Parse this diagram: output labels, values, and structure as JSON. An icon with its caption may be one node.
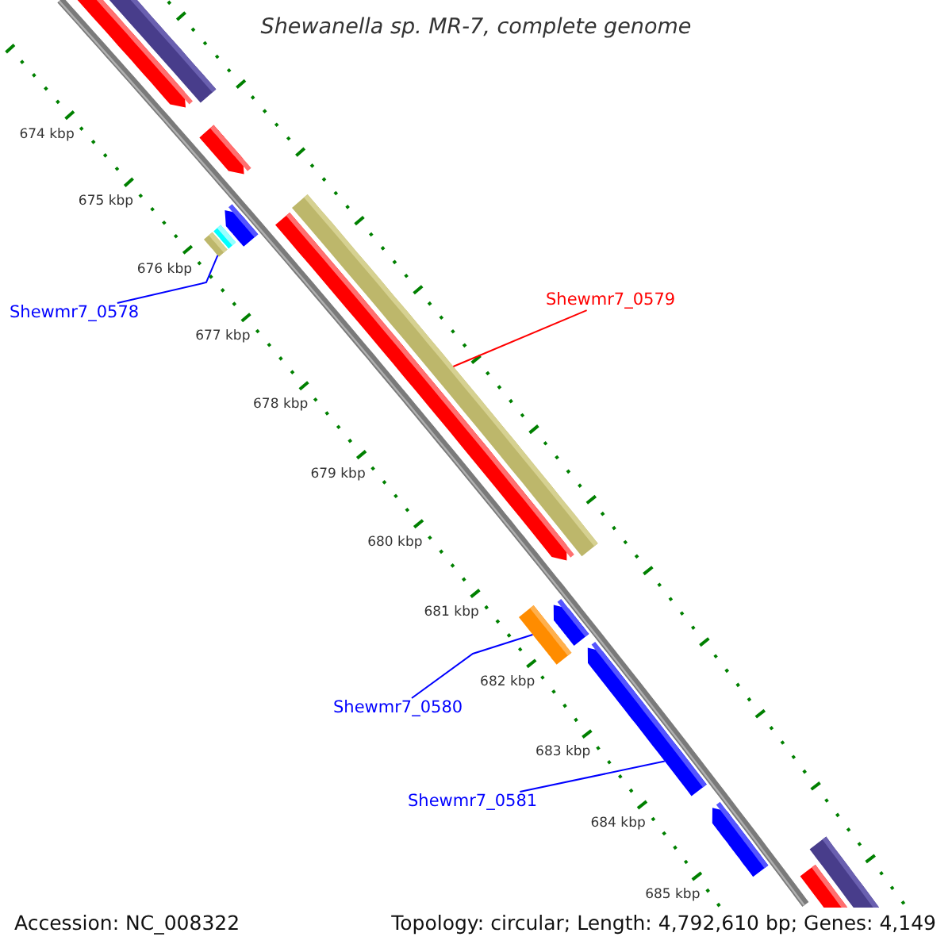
{
  "diagram": {
    "title": "Shewanella sp. MR-7, complete genome",
    "nodes": [
      {
        "text": [
          "Shewmr7_0578"
        ]
      },
      {
        "text": [],
        "shape": "bar"
      },
      {
        "text": [
          "Shewmr7_0579"
        ]
      },
      {
        "text": [],
        "shape": "bar"
      },
      {
        "text": [
          "Shewmr7_0580"
        ]
      },
      {
        "text": [],
        "shape": "bar"
      },
      {
        "text": [
          "Shewmr7_0581"
        ]
      },
      {
        "text": [],
        "shape": "bar"
      }
    ],
    "edges": [
      {
        "from": 0,
        "to": 1,
        "arrow": "none"
      },
      {
        "from": 2,
        "to": 3,
        "arrow": "none",
        "color": "#ff0000"
      },
      {
        "from": 4,
        "to": 5,
        "arrow": "none"
      },
      {
        "from": 6,
        "to": 7,
        "arrow": "none"
      }
    ],
    "labels": [
      "674 kbp",
      "675 kbp",
      "676 kbp",
      "677 kbp",
      "678 kbp",
      "679 kbp",
      "680 kbp",
      "681 kbp",
      "682 kbp",
      "683 kbp",
      "684 kbp",
      "685 kbp",
      "Accession: NC_008322",
      "Topology: circular; Length: 4,792,610 bp; Genes: 4,149"
    ]
  }
}
